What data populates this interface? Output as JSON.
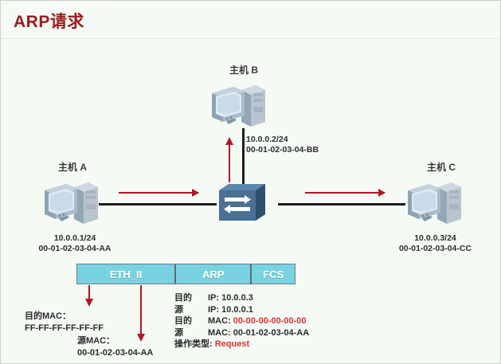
{
  "title": "ARP请求",
  "hosts": [
    {
      "name": "主机 A",
      "ip": "10.0.0.1/24",
      "mac": "00-01-02-03-04-AA",
      "icon": "desktop-computer-icon"
    },
    {
      "name": "主机 B",
      "ip": "10.0.0.2/24",
      "mac": "00-01-02-03-04-BB",
      "icon": "desktop-computer-icon"
    },
    {
      "name": "主机 C",
      "ip": "10.0.0.3/24",
      "mac": "00-01-02-03-04-CC",
      "icon": "desktop-computer-icon"
    }
  ],
  "switch": {
    "icon": "network-switch-icon"
  },
  "frame": {
    "segments": [
      {
        "label": "ETH_II"
      },
      {
        "label": "ARP"
      },
      {
        "label": "FCS"
      }
    ]
  },
  "eth_header": {
    "dest_label": "目的MAC：",
    "dest_value": "FF-FF-FF-FF-FF-FF",
    "src_label": "源MAC：",
    "src_value": "00-01-02-03-04-AA"
  },
  "arp_detail": {
    "dest_ip_label": "目的",
    "dest_ip_key": "IP:",
    "dest_ip_value": "10.0.0.3",
    "src_ip_label": "源",
    "src_ip_key": "IP:",
    "src_ip_value": "10.0.0.1",
    "dest_mac_label": "目的",
    "dest_mac_key": "MAC:",
    "dest_mac_value": "00-00-00-00-00-00",
    "src_mac_label": "源",
    "src_mac_key": "MAC:",
    "src_mac_value": "00-01-02-03-04-AA",
    "op_label": "操作类型:",
    "op_value": "Request"
  },
  "colors": {
    "title": "#9b1b1b",
    "arrow": "#b01722",
    "segment": "#79d2e2",
    "highlight": "#e03232",
    "background": "#f5faf5",
    "wire": "#1d1d1d"
  }
}
